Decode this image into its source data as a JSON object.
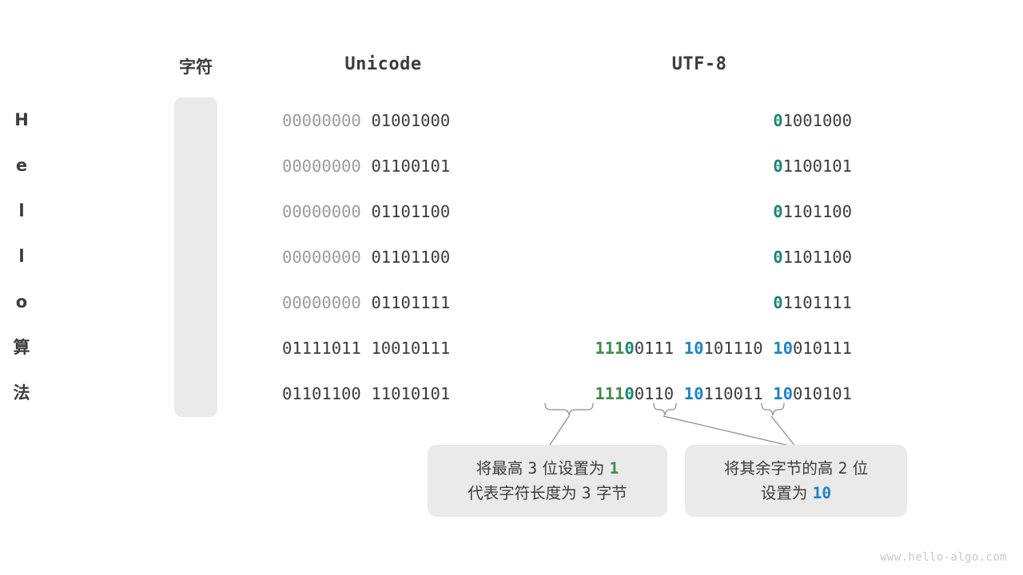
{
  "headers": {
    "character": "字符",
    "unicode": "Unicode",
    "utf8": "UTF-8"
  },
  "colors": {
    "panel_bg": "#eaeaea",
    "text": "#3c3c3c",
    "dim": "#9b9b9b",
    "teal": "#1a8577",
    "green": "#418b48",
    "blue": "#1d82c6",
    "watermark": "#c8c8c8"
  },
  "rows": [
    {
      "char": "H",
      "unicode": {
        "byte1": "00000000",
        "byte1_style": "dim",
        "byte2": "01001000",
        "byte2_style": "normal"
      },
      "utf8": [
        {
          "prefix": "0",
          "prefix_style": "teal",
          "rest": "1001000"
        }
      ]
    },
    {
      "char": "e",
      "unicode": {
        "byte1": "00000000",
        "byte1_style": "dim",
        "byte2": "01100101",
        "byte2_style": "normal"
      },
      "utf8": [
        {
          "prefix": "0",
          "prefix_style": "teal",
          "rest": "1100101"
        }
      ]
    },
    {
      "char": "l",
      "unicode": {
        "byte1": "00000000",
        "byte1_style": "dim",
        "byte2": "01101100",
        "byte2_style": "normal"
      },
      "utf8": [
        {
          "prefix": "0",
          "prefix_style": "teal",
          "rest": "1101100"
        }
      ]
    },
    {
      "char": "l",
      "unicode": {
        "byte1": "00000000",
        "byte1_style": "dim",
        "byte2": "01101100",
        "byte2_style": "normal"
      },
      "utf8": [
        {
          "prefix": "0",
          "prefix_style": "teal",
          "rest": "1101100"
        }
      ]
    },
    {
      "char": "o",
      "unicode": {
        "byte1": "00000000",
        "byte1_style": "dim",
        "byte2": "01101111",
        "byte2_style": "normal"
      },
      "utf8": [
        {
          "prefix": "0",
          "prefix_style": "teal",
          "rest": "1101111"
        }
      ]
    },
    {
      "char": "算",
      "unicode": {
        "byte1": "01111011",
        "byte1_style": "normal",
        "byte2": "10010111",
        "byte2_style": "normal"
      },
      "utf8": [
        {
          "prefix": "111",
          "prefix_style": "green",
          "prefix2": "0",
          "prefix2_style": "teal",
          "rest": "0111"
        },
        {
          "prefix": "10",
          "prefix_style": "blue",
          "rest": "101110"
        },
        {
          "prefix": "10",
          "prefix_style": "blue",
          "rest": "010111"
        }
      ]
    },
    {
      "char": "法",
      "unicode": {
        "byte1": "01101100",
        "byte1_style": "normal",
        "byte2": "11010101",
        "byte2_style": "normal"
      },
      "utf8": [
        {
          "prefix": "111",
          "prefix_style": "green",
          "prefix2": "0",
          "prefix2_style": "teal",
          "rest": "0110"
        },
        {
          "prefix": "10",
          "prefix_style": "blue",
          "rest": "110011"
        },
        {
          "prefix": "10",
          "prefix_style": "blue",
          "rest": "010101"
        }
      ]
    }
  ],
  "callouts": [
    {
      "id": "callout-header-bits",
      "line1_prefix": "将最高 ",
      "line1_num": "3",
      "line1_mid": " 位设置为 ",
      "line1_hl": "1",
      "line2_prefix": "代表字符长度为 ",
      "line2_num": "3",
      "line2_suffix": " 字节"
    },
    {
      "id": "callout-continuation-bits",
      "line1_prefix": "将其余字节的高 ",
      "line1_num": "2",
      "line1_suffix": " 位",
      "line2_prefix": "设置为 ",
      "line2_hl": "10"
    }
  ],
  "watermark": "www.hello-algo.com"
}
